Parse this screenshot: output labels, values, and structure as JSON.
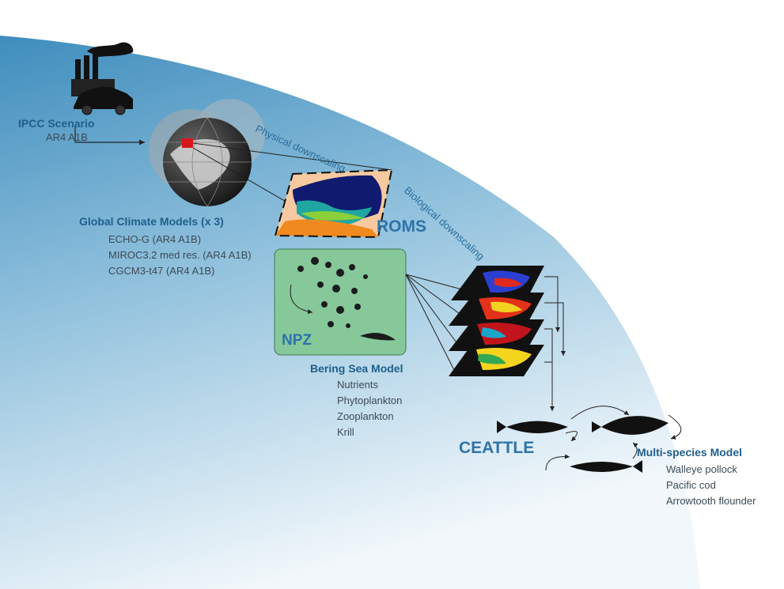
{
  "ipcc": {
    "title": "IPCC Scenario",
    "sub": "AR4 A1B"
  },
  "gcm": {
    "title": "Global Climate Models (x 3)",
    "items": [
      "ECHO-G (AR4 A1B)",
      "MIROC3.2 med res. (AR4 A1B)",
      "CGCM3-t47 (AR4 A1B)"
    ]
  },
  "labels": {
    "physical": "Physical downscaling",
    "biological": "Biological downscaling",
    "roms": "ROMS",
    "npz": "NPZ",
    "ceattle": "CEATTLE"
  },
  "bering": {
    "title": "Bering Sea Model",
    "items": [
      "Nutrients",
      "Phytoplankton",
      "Zooplankton",
      "Krill"
    ]
  },
  "multi": {
    "title": "Multi-species Model",
    "items": [
      "Walleye pollock",
      "Pacific cod",
      "Arrowtooth flounder"
    ]
  },
  "icons": [
    "factory-icon",
    "car-icon",
    "globe-icon",
    "roms-map-icon",
    "plankton-icon",
    "fish-icon"
  ],
  "colors": {
    "ocean_dark": "#3f8dbd",
    "ocean_light": "#e9f3f9",
    "title_blue": "#1f5f8b",
    "npz_green": "#86c89a"
  }
}
